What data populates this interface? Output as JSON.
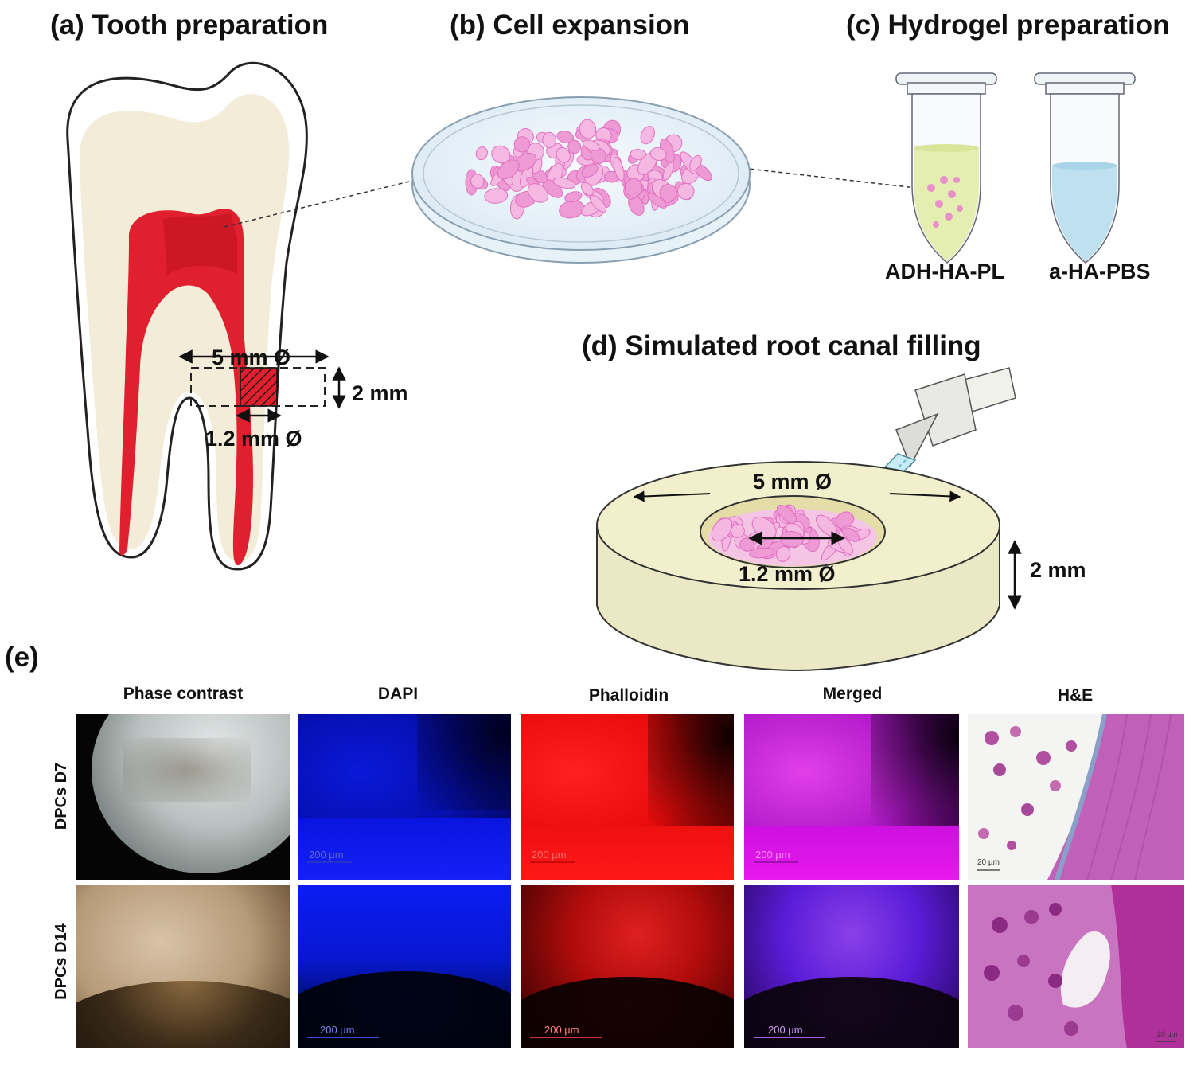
{
  "titles": {
    "a": "(a) Tooth preparation",
    "b": "(b) Cell expansion",
    "c": "(c) Hydrogel preparation",
    "d": "(d) Simulated root canal filling",
    "e": "(e)"
  },
  "tooth": {
    "outer_diameter": "5 mm Ø",
    "inner_diameter": "1.2 mm Ø",
    "height": "2 mm"
  },
  "tubes": {
    "left_label": "ADH-HA-PL",
    "right_label": "a-HA-PBS"
  },
  "disk": {
    "outer_diameter": "5 mm Ø",
    "inner_diameter": "1.2 mm Ø",
    "height": "2 mm"
  },
  "grid": {
    "columns": [
      "Phase contrast",
      "DAPI",
      "Phalloidin",
      "Merged",
      "H&E"
    ],
    "rows": [
      "DPCs D7",
      "DPCs D14"
    ],
    "scale_bars": {
      "fluorescence": "200 µm",
      "he": "20 µm"
    }
  },
  "colors": {
    "pulp": "#e0202e",
    "dentin": "#f3ecd8",
    "cells": "#ee9ad4",
    "gel_green": "#e4eeb0",
    "gel_blue": "#bfe0ee",
    "disk": "#f2efcd"
  }
}
